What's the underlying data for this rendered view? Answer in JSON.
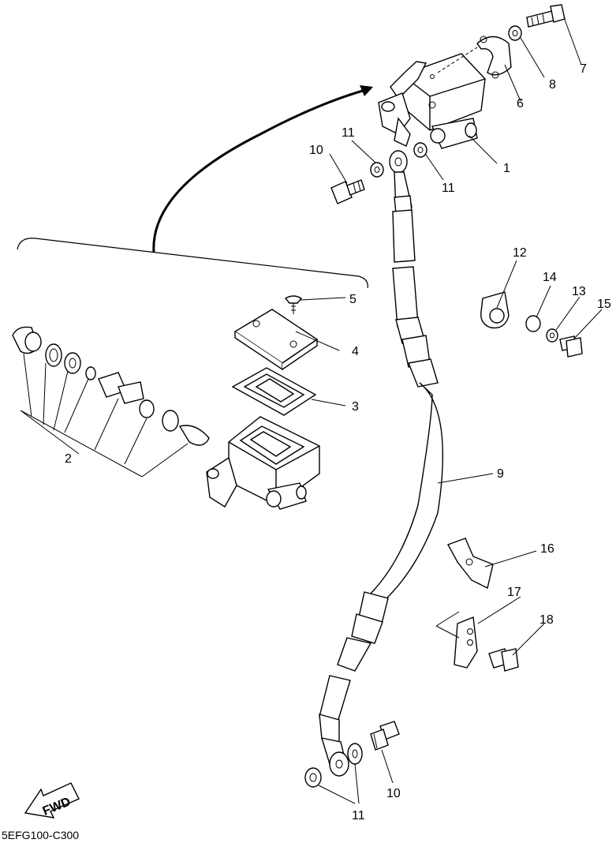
{
  "diagram": {
    "code": "5EFG100-C300",
    "fwd_label": "FWD",
    "callouts": [
      {
        "id": "c1",
        "text": "1"
      },
      {
        "id": "c2",
        "text": "2"
      },
      {
        "id": "c3",
        "text": "3"
      },
      {
        "id": "c4",
        "text": "4"
      },
      {
        "id": "c5",
        "text": "5"
      },
      {
        "id": "c6",
        "text": "6"
      },
      {
        "id": "c7",
        "text": "7"
      },
      {
        "id": "c8",
        "text": "8"
      },
      {
        "id": "c9",
        "text": "9"
      },
      {
        "id": "c10a",
        "text": "10"
      },
      {
        "id": "c10b",
        "text": "10"
      },
      {
        "id": "c11a",
        "text": "11"
      },
      {
        "id": "c11b",
        "text": "11"
      },
      {
        "id": "c11c",
        "text": "11"
      },
      {
        "id": "c12",
        "text": "12"
      },
      {
        "id": "c13",
        "text": "13"
      },
      {
        "id": "c14",
        "text": "14"
      },
      {
        "id": "c15",
        "text": "15"
      },
      {
        "id": "c16",
        "text": "16"
      },
      {
        "id": "c17",
        "text": "17"
      },
      {
        "id": "c18",
        "text": "18"
      }
    ]
  }
}
